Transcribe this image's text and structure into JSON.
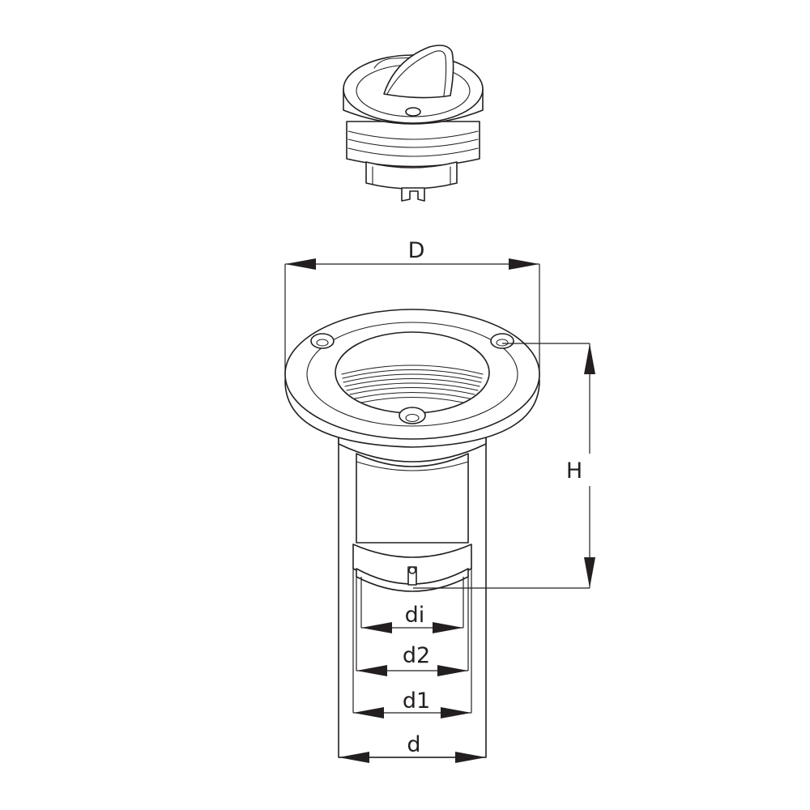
{
  "dimensions": {
    "outer_diameter": "D",
    "height": "H",
    "inner_diameter": "di",
    "diameter_2": "d2",
    "diameter_1": "d1",
    "tube_diameter": "d"
  },
  "colors": {
    "line": "#231f20",
    "background": "#ffffff"
  }
}
